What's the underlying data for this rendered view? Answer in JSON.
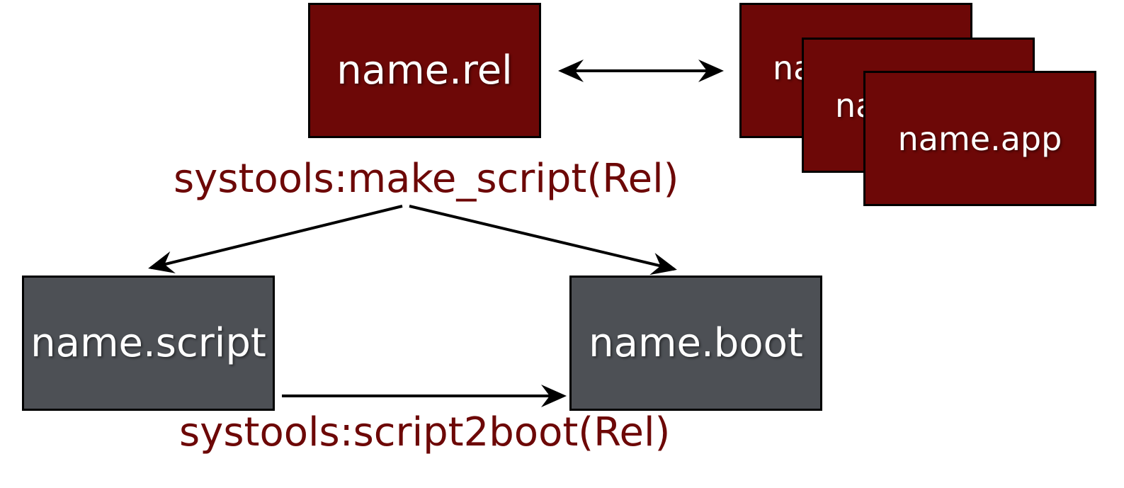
{
  "boxes": {
    "rel": "name.rel",
    "app_1": "name.app",
    "app_2": "name.app",
    "app_3": "name.app",
    "script": "name.script",
    "boot": "name.boot"
  },
  "labels": {
    "make_script": "systools:make_script(Rel)",
    "script2boot": "systools:script2boot(Rel)"
  },
  "colors": {
    "release_box": "#6d0807",
    "output_box": "#4d5055",
    "label_text": "#6d0807",
    "arrow": "#000000"
  }
}
